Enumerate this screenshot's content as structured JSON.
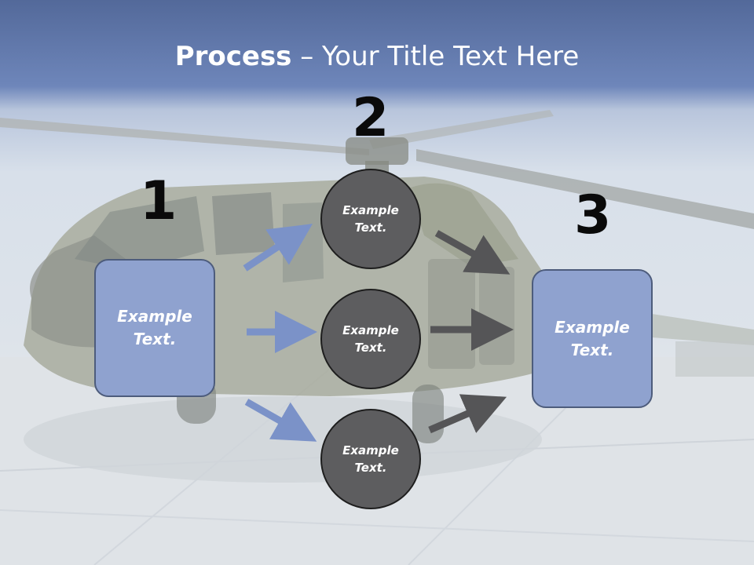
{
  "title": {
    "bold": "Process",
    "rest": " – Your Title Text Here"
  },
  "steps": [
    {
      "number": "1",
      "label": "Example\nText."
    },
    {
      "number": "2",
      "label": "Example\nText."
    },
    {
      "number": "3",
      "label": "Example\nText."
    }
  ],
  "middle_nodes": [
    {
      "label": "Example\nText."
    },
    {
      "label": "Example\nText."
    },
    {
      "label": "Example\nText."
    }
  ],
  "colors": {
    "box_fill": "#8fa2cf",
    "circle_fill": "#5d5d5f",
    "arrow_blue": "#7b92c8",
    "arrow_gray": "#555557"
  }
}
